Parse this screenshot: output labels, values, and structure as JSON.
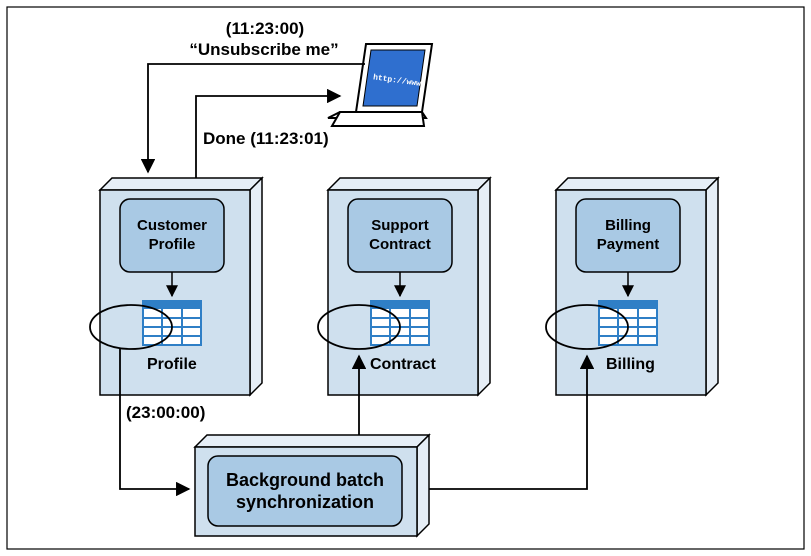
{
  "annotations": {
    "request_time": "(11:23:00)",
    "request_text": "“Unsubscribe me”",
    "done_text": "Done (11:23:01)",
    "sync_time": "(23:00:00)"
  },
  "services": [
    {
      "title_line1": "Customer",
      "title_line2": "Profile",
      "db_label": "Profile"
    },
    {
      "title_line1": "Support",
      "title_line2": "Contract",
      "db_label": "Contract"
    },
    {
      "title_line1": "Billing",
      "title_line2": "Payment",
      "db_label": "Billing"
    }
  ],
  "batch": {
    "line1": "Background batch",
    "line2": "synchronization"
  },
  "laptop": {
    "screen_text": "http://www"
  },
  "colors": {
    "box_face": "#cfe0ee",
    "box_side": "#e6eef6",
    "box_inner": "#a9c9e4",
    "table_blue": "#2f7fc6",
    "table_light": "#bcd8ef",
    "screen_blue": "#2f6fcf",
    "stroke": "#000000"
  }
}
